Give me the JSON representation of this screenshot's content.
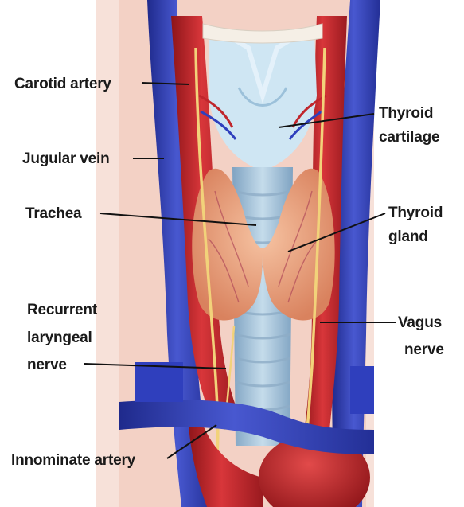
{
  "labels": {
    "carotid_artery": "Carotid artery",
    "thyroid_cartilage_line1": "Thyroid",
    "thyroid_cartilage_line2": "cartilage",
    "jugular_vein": "Jugular vein",
    "trachea": "Trachea",
    "thyroid_gland_line1": "Thyroid",
    "thyroid_gland_line2": "gland",
    "recurrent_laryngeal_line1": "Recurrent",
    "recurrent_laryngeal_line2": "laryngeal",
    "recurrent_laryngeal_line3": "nerve",
    "vagus_nerve_line1": "Vagus",
    "vagus_nerve_line2": "nerve",
    "innominate_artery": "Innominate artery"
  },
  "colors": {
    "artery": "#c0262c",
    "vein": "#2f3fbd",
    "thyroid_gland": "#e9a07a",
    "trachea": "#a9c7dc",
    "cartilage": "#bfe0f0",
    "nerve": "#f2d27a",
    "leader_line": "#111111"
  }
}
